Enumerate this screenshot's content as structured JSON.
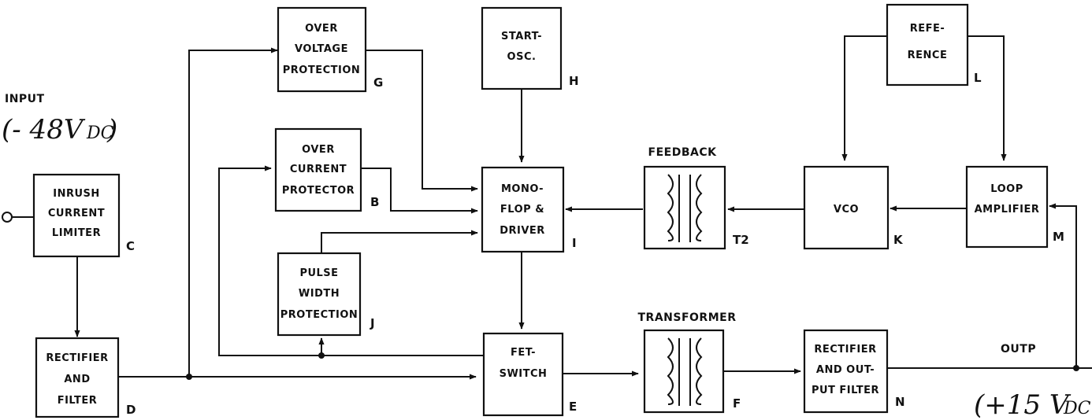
{
  "input": {
    "label": "INPUT",
    "voltage_main": "(- 48V",
    "voltage_unit": "DC",
    "voltage_close": ")"
  },
  "output": {
    "label": "OUTP",
    "voltage_main": "(+15 V",
    "voltage_unit": "DC"
  },
  "blocks": {
    "C": {
      "lines": [
        "INRUSH",
        "CURRENT",
        "LIMITER"
      ],
      "letter": "C"
    },
    "D": {
      "lines": [
        "RECTIFIER",
        "AND",
        "FILTER"
      ],
      "letter": "D"
    },
    "G": {
      "lines": [
        "OVER",
        "VOLTAGE",
        "PROTECTION"
      ],
      "letter": "G"
    },
    "B": {
      "lines": [
        "OVER",
        "CURRENT",
        "PROTECTOR"
      ],
      "letter": "B"
    },
    "J": {
      "lines": [
        "PULSE",
        "WIDTH",
        "PROTECTION"
      ],
      "letter": "J"
    },
    "H": {
      "lines": [
        "START-",
        "OSC."
      ],
      "letter": "H"
    },
    "I": {
      "lines": [
        "MONO-",
        "FLOP &",
        "DRIVER"
      ],
      "letter": "I"
    },
    "E": {
      "lines": [
        "FET-",
        "SWITCH"
      ],
      "letter": "E"
    },
    "T2": {
      "caption": "FEEDBACK",
      "letter": "T2"
    },
    "F": {
      "caption": "TRANSFORMER",
      "letter": "F"
    },
    "K": {
      "lines": [
        "VCO"
      ],
      "letter": "K"
    },
    "L": {
      "lines": [
        "REFE-",
        "RENCE"
      ],
      "letter": "L"
    },
    "M": {
      "lines": [
        "LOOP",
        "AMPLIFIER"
      ],
      "letter": "M"
    },
    "N": {
      "lines": [
        "RECTIFIER",
        "AND OUT-",
        "PUT FILTER"
      ],
      "letter": "N"
    }
  }
}
